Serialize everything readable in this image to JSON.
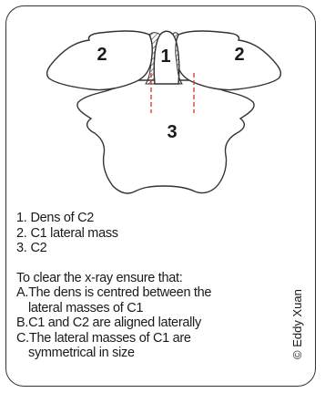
{
  "diagram": {
    "labels": {
      "region_left": "2",
      "region_center": "1",
      "region_right": "2",
      "region_bottom": "3"
    }
  },
  "legend": {
    "items": [
      {
        "num": "1.",
        "text": "Dens of C2"
      },
      {
        "num": "2.",
        "text": "C1 lateral mass"
      },
      {
        "num": "3.",
        "text": "C2"
      }
    ],
    "heading": "To clear the x-ray ensure that:",
    "checks": [
      {
        "letter": "A.",
        "line1": "The dens is centred between the",
        "line2": "lateral masses of C1"
      },
      {
        "letter": "B.",
        "line1": "C1 and C2 are aligned laterally",
        "line2": ""
      },
      {
        "letter": "C.",
        "line1": "The lateral masses of C1 are",
        "line2": "symmetrical in size"
      }
    ]
  },
  "copyright": "© Eddy Xuan",
  "colors": {
    "outline": "#333333",
    "hatch": "#444444",
    "guide_line": "#d9302a",
    "fill": "#ffffff"
  }
}
